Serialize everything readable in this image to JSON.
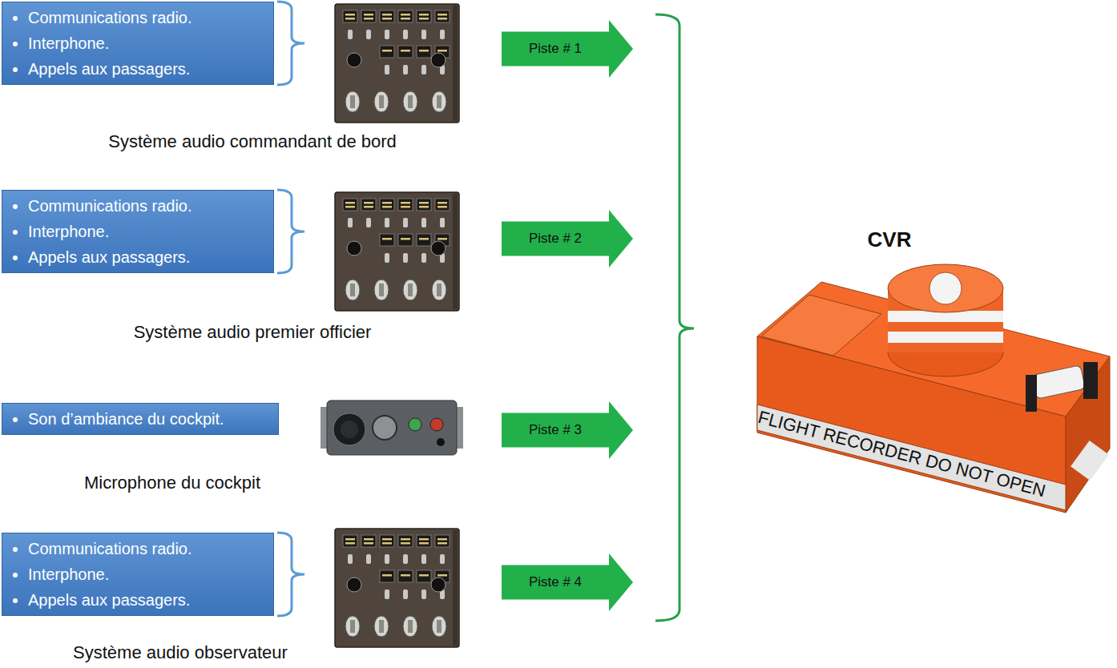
{
  "diagram": {
    "nodes": [
      {
        "text": [
          "Communications radio.",
          "Interphone.",
          "Appels aux passagers."
        ]
      },
      {
        "text": [
          "Piste # 1"
        ]
      },
      {
        "text": [
          "Communications radio.",
          "Interphone.",
          "Appels aux passagers."
        ]
      },
      {
        "text": [
          "Piste # 2"
        ]
      },
      {
        "text": [
          "Son d’ambiance du cockpit."
        ]
      },
      {
        "text": [
          "Piste # 3"
        ]
      },
      {
        "text": [
          "Communications radio.",
          "Interphone.",
          "Appels aux passagers."
        ]
      },
      {
        "text": [
          "Piste # 4"
        ]
      }
    ],
    "labels": [
      "Système audio commandant de bord",
      "Système audio premier officier",
      "Microphone du cockpit",
      "Système audio observateur",
      "CVR",
      "FLIGHT RECORDER DO NOT OPEN"
    ]
  }
}
